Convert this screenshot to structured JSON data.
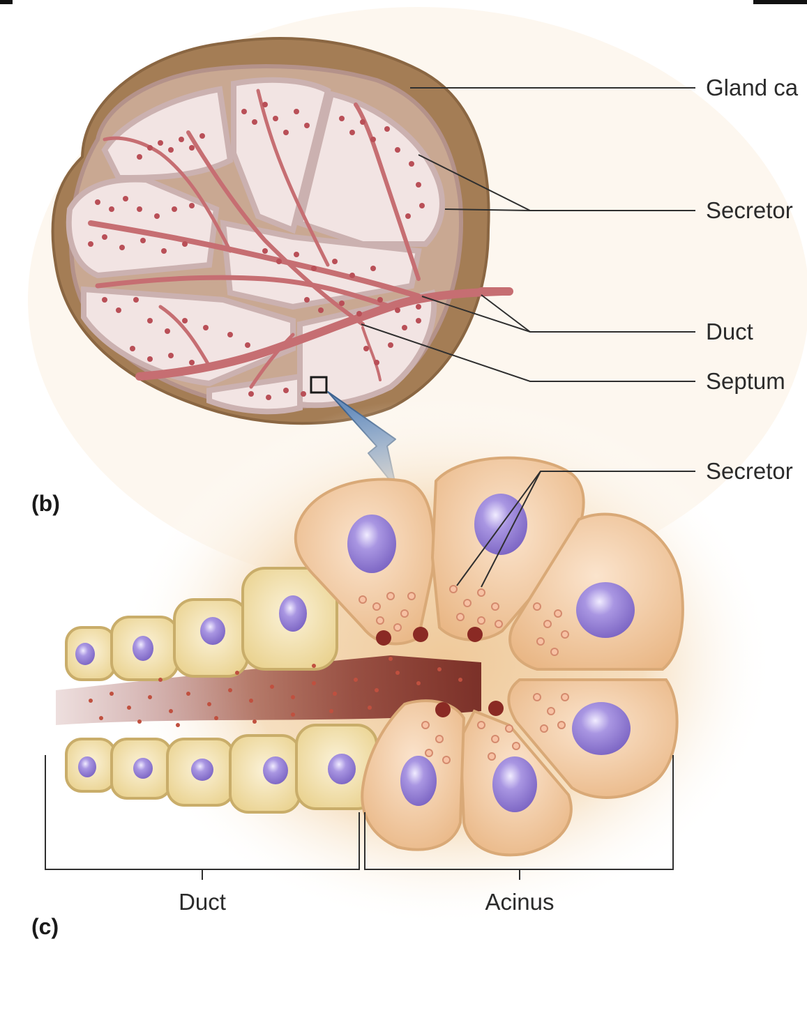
{
  "labels": {
    "gland_capsule": "Gland ca",
    "secretory_top": "Secretor",
    "duct_top": "Duct",
    "septum": "Septum",
    "secretory_bottom": "Secretor",
    "duct_bottom": "Duct",
    "acinus": "Acinus"
  },
  "panels": {
    "b": "(b)",
    "c": "(c)"
  },
  "colors": {
    "capsule": "#a07a52",
    "lobule_fill": "#f1e3e2",
    "septum": "#c8aeae",
    "branch": "#c86e72",
    "acinar_cell": "#f1c79a",
    "duct_cell": "#f3e2a6",
    "nucleus": "#9d8ad6",
    "arrow": "#6a8fbd",
    "secretion": "#8a2a24"
  }
}
